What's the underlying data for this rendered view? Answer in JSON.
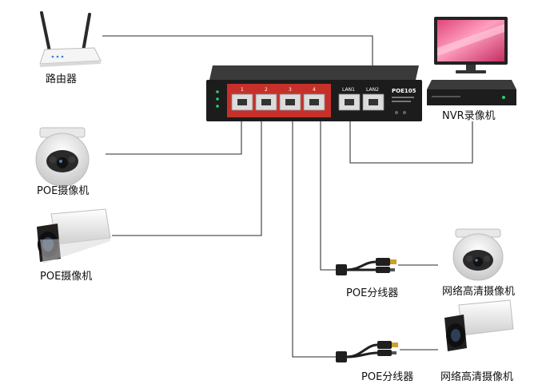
{
  "labels": {
    "router": "路由器",
    "poe_camera_1": "POE摄像机",
    "poe_camera_2": "POE摄像机",
    "nvr": "NVR录像机",
    "splitter_1": "POE分线器",
    "splitter_2": "POE分线器",
    "hd_camera_1": "网络高清摄像机",
    "hd_camera_2": "网络高清摄像机"
  },
  "switch": {
    "port_numbers": [
      "1",
      "2",
      "3",
      "4"
    ],
    "uplink_ports": [
      "LAN1",
      "LAN2"
    ],
    "model": "POE105",
    "colors": {
      "body": "#1c1c1c",
      "poe_panel": "#c7302a",
      "port": "#dcdcdc",
      "led": "#2ecc71"
    }
  },
  "colors": {
    "cable": "#555555",
    "camera_shell": "#eeeeee",
    "lens": "#1a1a1a"
  },
  "icons": [
    "router-icon",
    "dome-camera-icon",
    "bullet-camera-icon",
    "monitor-icon",
    "nvr-recorder-icon",
    "poe-splitter-icon",
    "poe-switch-icon"
  ]
}
